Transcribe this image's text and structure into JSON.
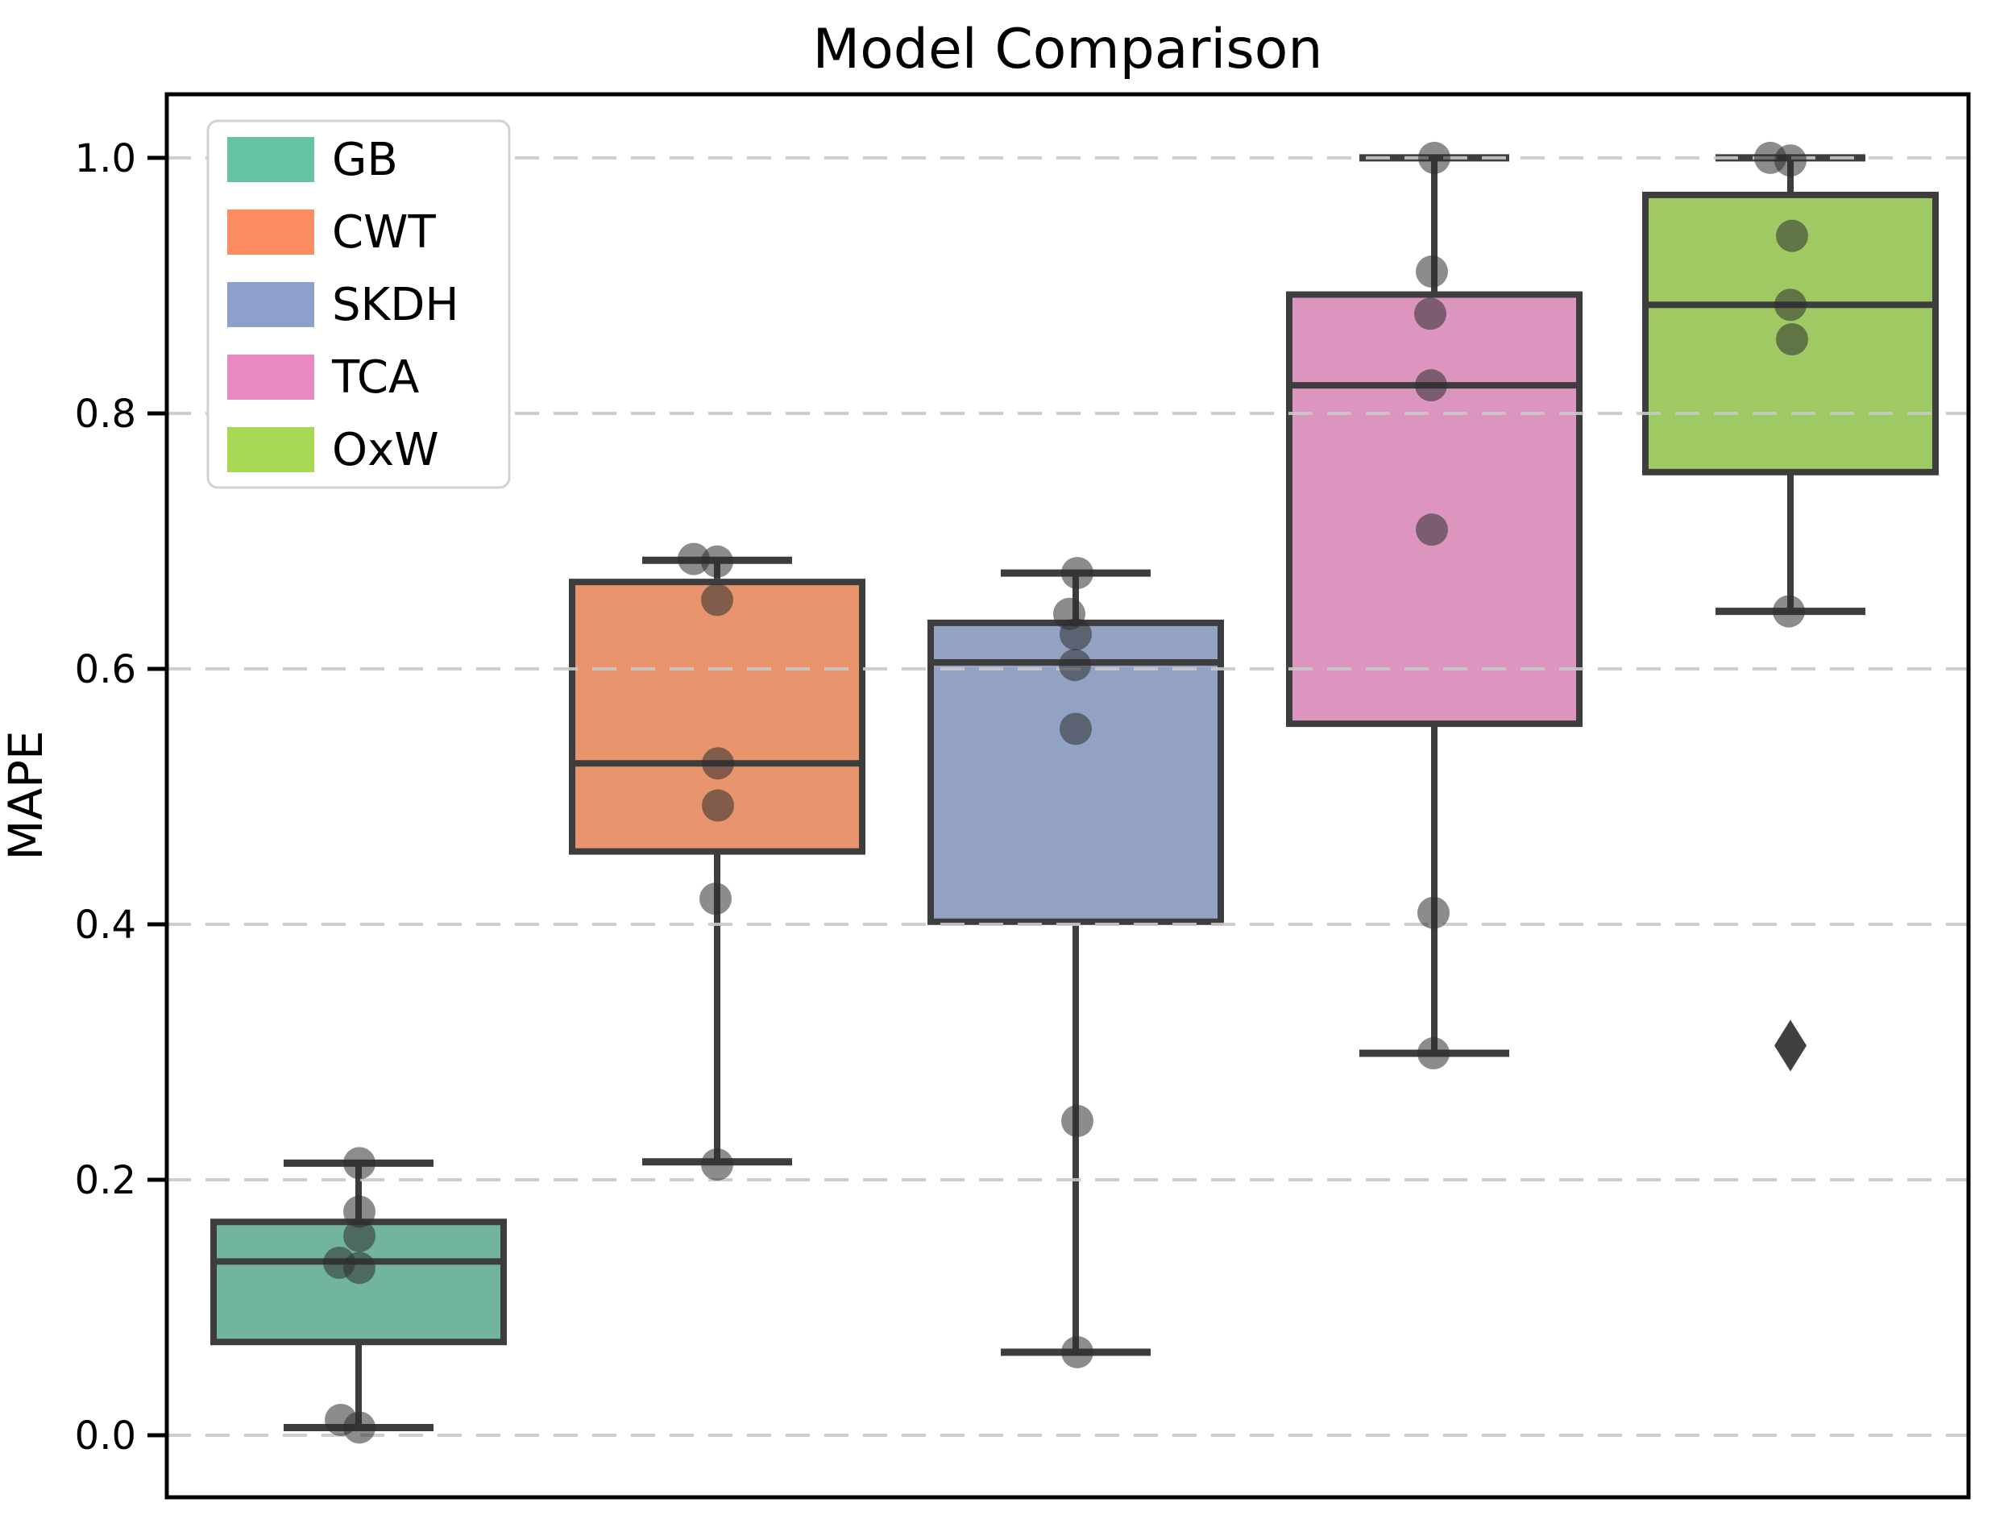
{
  "chart_data": {
    "type": "box",
    "title": "Model Comparison",
    "ylabel": "MAPE",
    "yticks": [
      {
        "value": 0.0,
        "label": "0.0"
      },
      {
        "value": 0.2,
        "label": "0.2"
      },
      {
        "value": 0.4,
        "label": "0.4"
      },
      {
        "value": 0.6,
        "label": "0.6"
      },
      {
        "value": 0.8,
        "label": "0.8"
      },
      {
        "value": 1.0,
        "label": "1.0"
      }
    ],
    "ylim": [
      -0.0486,
      1.0498
    ],
    "grid": "dashed horizontal",
    "legend_position": "upper left",
    "series": [
      {
        "name": "GB",
        "box_color": "#71b4a0",
        "legend_color": "#66c2a5",
        "stats": {
          "min": 0.006,
          "q1": 0.073,
          "median": 0.136,
          "q3": 0.167,
          "max": 0.213
        },
        "points": [
          {
            "v": 0.213,
            "dx": 1
          },
          {
            "v": 0.175,
            "dx": 1
          },
          {
            "v": 0.156,
            "dx": 1
          },
          {
            "v": 0.135,
            "dx": -24
          },
          {
            "v": 0.131,
            "dx": 1
          },
          {
            "v": 0.012,
            "dx": -22
          },
          {
            "v": 0.006,
            "dx": 1
          }
        ],
        "outliers": []
      },
      {
        "name": "CWT",
        "box_color": "#e8946d",
        "legend_color": "#fc8d62",
        "stats": {
          "min": 0.214,
          "q1": 0.457,
          "median": 0.526,
          "q3": 0.668,
          "max": 0.685
        },
        "points": [
          {
            "v": 0.686,
            "dx": -29
          },
          {
            "v": 0.684,
            "dx": 0
          },
          {
            "v": 0.654,
            "dx": 0
          },
          {
            "v": 0.526,
            "dx": 1
          },
          {
            "v": 0.493,
            "dx": 1
          },
          {
            "v": 0.42,
            "dx": -2
          },
          {
            "v": 0.212,
            "dx": 0
          }
        ],
        "outliers": []
      },
      {
        "name": "SKDH",
        "box_color": "#93a2c3",
        "legend_color": "#8da0cb",
        "stats": {
          "min": 0.065,
          "q1": 0.402,
          "median": 0.605,
          "q3": 0.636,
          "max": 0.675
        },
        "points": [
          {
            "v": 0.675,
            "dx": 2
          },
          {
            "v": 0.643,
            "dx": -8
          },
          {
            "v": 0.627,
            "dx": 0
          },
          {
            "v": 0.603,
            "dx": -1
          },
          {
            "v": 0.553,
            "dx": 0
          },
          {
            "v": 0.246,
            "dx": 2
          },
          {
            "v": 0.065,
            "dx": 2
          }
        ],
        "outliers": []
      },
      {
        "name": "TCA",
        "box_color": "#db95bf",
        "legend_color": "#e78ac3",
        "stats": {
          "min": 0.299,
          "q1": 0.557,
          "median": 0.822,
          "q3": 0.893,
          "max": 1.0
        },
        "points": [
          {
            "v": 1.0,
            "dx": 0
          },
          {
            "v": 0.911,
            "dx": -3
          },
          {
            "v": 0.878,
            "dx": -5
          },
          {
            "v": 0.822,
            "dx": -4
          },
          {
            "v": 0.709,
            "dx": -3
          },
          {
            "v": 0.409,
            "dx": -1
          },
          {
            "v": 0.299,
            "dx": -1
          }
        ],
        "outliers": []
      },
      {
        "name": "OxW",
        "box_color": "#9fc963",
        "legend_color": "#a6d854",
        "stats": {
          "min": 0.645,
          "q1": 0.754,
          "median": 0.885,
          "q3": 0.971,
          "max": 1.0
        },
        "points": [
          {
            "v": 1.0,
            "dx": -25
          },
          {
            "v": 0.998,
            "dx": 0
          },
          {
            "v": 0.939,
            "dx": 2
          },
          {
            "v": 0.885,
            "dx": 0
          },
          {
            "v": 0.858,
            "dx": 2
          },
          {
            "v": 0.645,
            "dx": -2
          }
        ],
        "outliers": [
          0.305
        ]
      }
    ],
    "style": {
      "stroke_color": "#3d3d3d",
      "spine_color": "#000000",
      "grid_color": "#c9c9c9",
      "point_color": "#2d2d2d",
      "point_opacity": 0.55,
      "outlier_color": "#2b2b2b",
      "legend_border_color": "#d2d2d2",
      "background": "#ffffff"
    }
  }
}
